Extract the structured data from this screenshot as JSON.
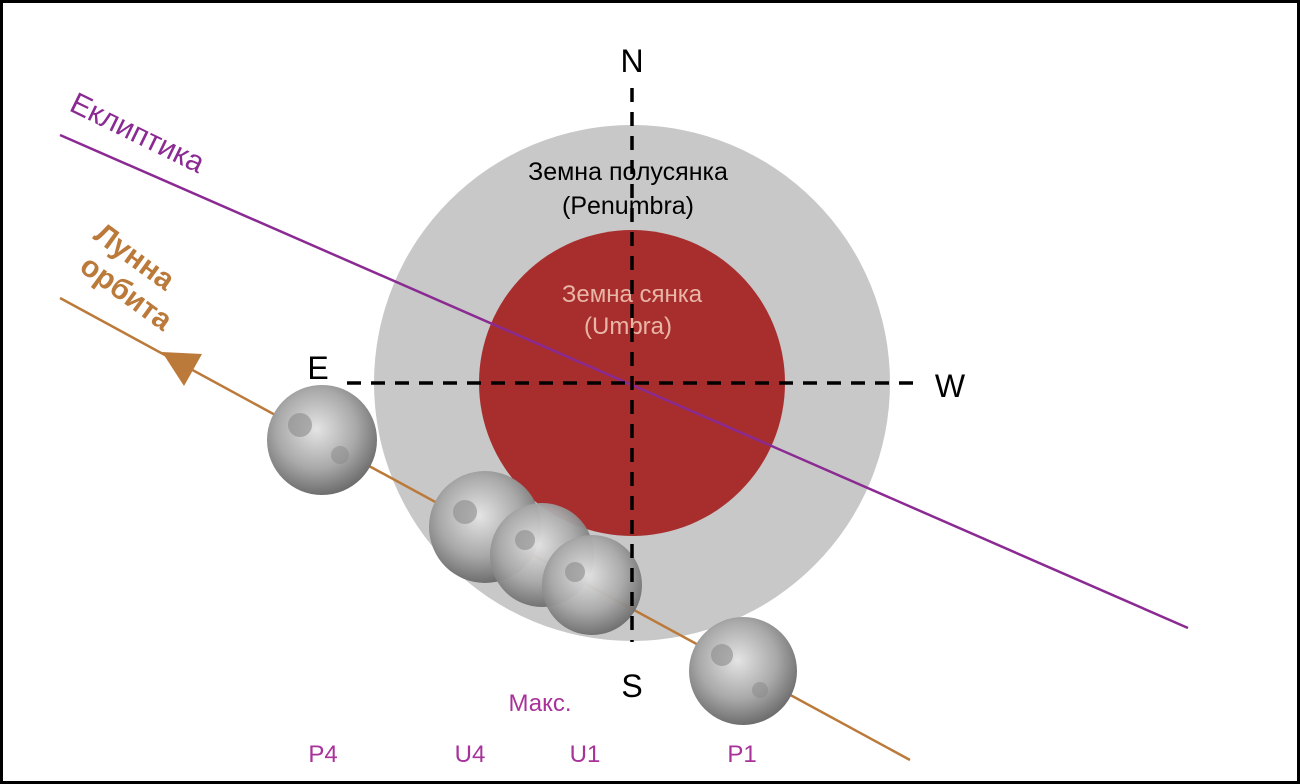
{
  "directions": {
    "north": "N",
    "south": "S",
    "east": "E",
    "west": "W"
  },
  "penumbra": {
    "title": "Земна полусянка",
    "subtitle": "(Penumbra)",
    "color": "#c8c8c8"
  },
  "umbra": {
    "title": "Земна сянка",
    "subtitle": "(Umbra)",
    "color": "#a82e2e",
    "text_color": "#e8b6a6"
  },
  "ecliptic": {
    "label": "Еклиптика",
    "color": "#8a2a92"
  },
  "lunar_orbit": {
    "label_line1": "Лунна",
    "label_line2": "орбита",
    "color": "#bb7a3a"
  },
  "contacts": {
    "p4": "P4",
    "u4": "U4",
    "u1": "U1",
    "p1": "P1",
    "max": "Макс.",
    "color": "#a8329a"
  }
}
